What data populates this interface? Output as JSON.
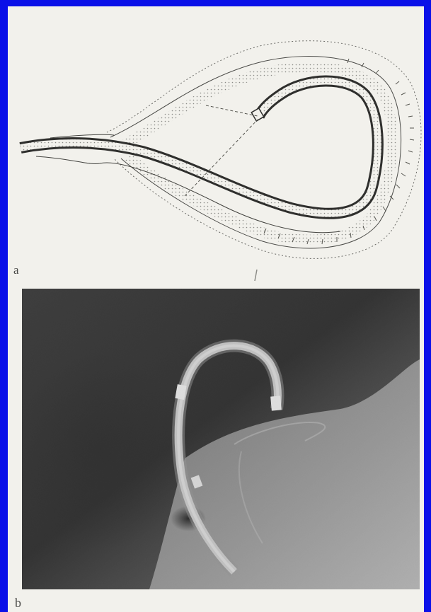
{
  "figure": {
    "panel_a_label": "a",
    "panel_b_label": "b"
  },
  "colors": {
    "slide_background": "#0a10e8",
    "page": "#f2f1ec",
    "ink": "#2f2f2d",
    "xray_dark": "#1e1e1e",
    "xray_light": "#bdbdbd",
    "catheter_highlight": "#e4e4e4"
  },
  "icons": {
    "panel_a": "catheter-loop-drawing",
    "panel_b": "catheter-xray-photo"
  }
}
